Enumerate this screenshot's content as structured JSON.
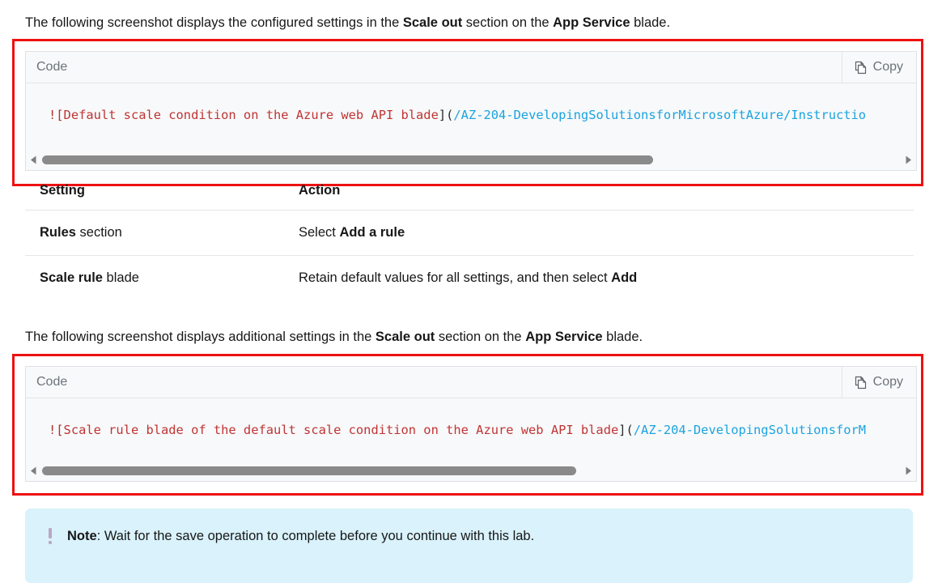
{
  "intro_paragraphs": [
    {
      "id": "para-1",
      "pre": "The following screenshot displays the configured settings in the ",
      "bold1": "Scale out",
      "mid": " section on the ",
      "bold2": "App Service",
      "post": " blade."
    },
    {
      "id": "para-2",
      "pre": "The following screenshot displays additional settings in the ",
      "bold1": "Scale out",
      "mid": " section on the ",
      "bold2": "App Service",
      "post": " blade."
    }
  ],
  "code_blocks": [
    {
      "header_label": "Code",
      "copy_label": "Copy",
      "copy_icon": "copy-icon",
      "line": {
        "bang": "![",
        "alt_text": "Default scale condition on the Azure web API blade",
        "close_bracket": "](",
        "url": "/AZ-204-DevelopingSolutionsforMicrosoftAzure/Instructio"
      },
      "scrollbar": {
        "left_arrow_icon": "chevron-left-icon",
        "right_arrow_icon": "chevron-right-icon",
        "thumb_percent": 71
      }
    },
    {
      "header_label": "Code",
      "copy_label": "Copy",
      "copy_icon": "copy-icon",
      "line": {
        "bang": "![",
        "alt_text": "Scale rule blade of the default scale condition on the Azure web API blade",
        "close_bracket": "](",
        "url": "/AZ-204-DevelopingSolutionsforM"
      },
      "scrollbar": {
        "left_arrow_icon": "chevron-left-icon",
        "right_arrow_icon": "chevron-right-icon",
        "thumb_percent": 62
      }
    }
  ],
  "settings_table": {
    "headers": [
      "Setting",
      "Action"
    ],
    "rows": [
      {
        "setting_bold": "Rules",
        "setting_rest": " section",
        "action_pre": "Select ",
        "action_bold": "Add a rule",
        "action_post": ""
      },
      {
        "setting_bold": "Scale rule",
        "setting_rest": " blade",
        "action_pre": "Retain default values for all settings, and then select ",
        "action_bold": "Add",
        "action_post": ""
      }
    ]
  },
  "note": {
    "icon": "exclamation-icon",
    "label": "Note",
    "separator": ": ",
    "text": "Wait for the save operation to complete before you continue with this lab."
  },
  "colors": {
    "highlight_border": "#ee1111",
    "code_background": "#f8f9fa",
    "code_alt_text": "#b03030",
    "code_url": "#1aa3e0",
    "note_background": "#d9f2fb",
    "scrollbar_thumb": "#8a8a8a"
  }
}
